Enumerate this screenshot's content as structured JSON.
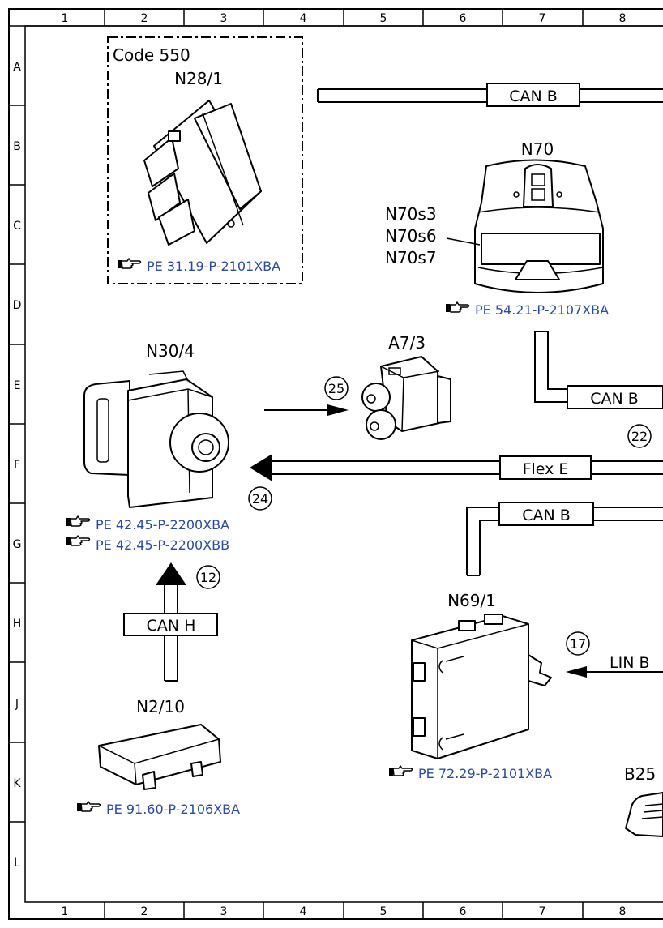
{
  "grid": {
    "columns": [
      "1",
      "2",
      "3",
      "4",
      "5",
      "6",
      "7",
      "8"
    ],
    "rows": [
      "A",
      "B",
      "C",
      "D",
      "E",
      "F",
      "G",
      "H",
      "J",
      "K",
      "L"
    ]
  },
  "option_box": {
    "code": "Code 550"
  },
  "components": {
    "n28_1": {
      "label": "N28/1",
      "ref": "PE 31.19-P-2101XBA"
    },
    "n70": {
      "label": "N70",
      "ref": "PE 54.21-P-2107XBA",
      "switches": [
        "N70s3",
        "N70s6",
        "N70s7"
      ]
    },
    "n30_4": {
      "label": "N30/4",
      "refs": [
        "PE 42.45-P-2200XBA",
        "PE 42.45-P-2200XBB"
      ]
    },
    "a7_3": {
      "label": "A7/3"
    },
    "n69_1": {
      "label": "N69/1",
      "ref": "PE 72.29-P-2101XBA"
    },
    "n2_10": {
      "label": "N2/10",
      "ref": "PE 91.60-P-2106XBA"
    },
    "b25": {
      "label": "B25"
    }
  },
  "buses": {
    "can_b_top": "CAN B",
    "can_b_mid": "CAN B",
    "can_b_low": "CAN B",
    "flex_e": "Flex E",
    "can_h": "CAN H",
    "lin_b": "LIN B"
  },
  "callouts": {
    "c25": "25",
    "c22": "22",
    "c24": "24",
    "c12": "12",
    "c17": "17"
  },
  "icons": {
    "reference": "pointing-hand-icon"
  },
  "colors": {
    "reference_text": "#2d4b9c"
  }
}
